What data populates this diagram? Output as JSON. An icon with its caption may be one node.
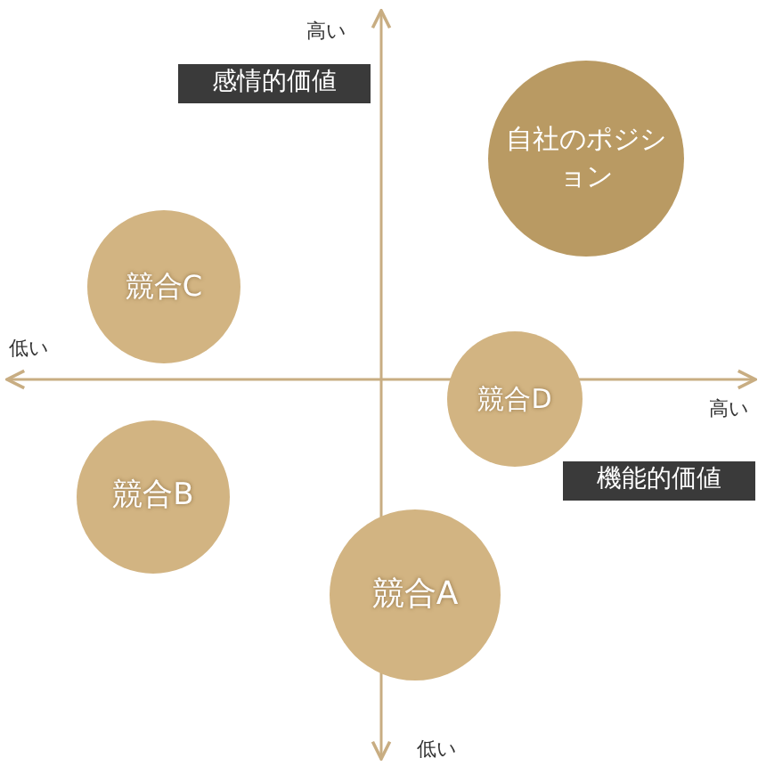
{
  "diagram": {
    "nodes": [
      {
        "text": [
          "感情的価値"
        ]
      },
      {
        "text": [
          "自社のポジション"
        ]
      },
      {
        "text": [
          "競合C"
        ]
      },
      {
        "text": [
          "競合D"
        ]
      },
      {
        "text": [
          "機能的価値"
        ]
      },
      {
        "text": [
          "競合B"
        ]
      },
      {
        "text": [
          "競合A"
        ]
      }
    ],
    "labels": [
      "高い",
      "低い",
      "高い",
      "低い"
    ]
  }
}
